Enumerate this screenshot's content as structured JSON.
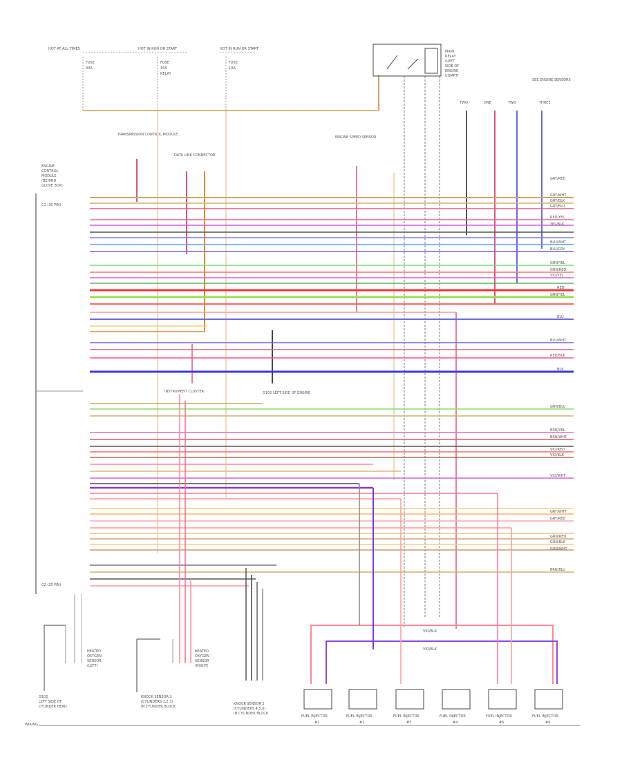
{
  "diagram": {
    "title": "",
    "fuse_labels_top": [
      {
        "title": "HOT AT ALL TIMES",
        "lines": [
          "FUSE",
          "30A"
        ]
      },
      {
        "title": "HOT IN RUN OR START",
        "lines": [
          "FUSE",
          "15A",
          "RELAY"
        ]
      },
      {
        "title": "HOT IN RUN OR START",
        "lines": [
          "FUSE",
          "10A"
        ]
      }
    ],
    "relay_label": [
      "MAIN",
      "RELAY",
      "(LEFT",
      "SIDE OF",
      "ENGINE",
      "COMPT)"
    ],
    "sensor_group_label": "SEE ENGINE SENSORS",
    "sensor_labels": [
      "TWO",
      "ONE",
      "TWO",
      "THREE"
    ],
    "left_block_title": [
      "ENGINE",
      "CONTROL",
      "MODULE",
      "(BEHIND",
      "GLOVE BOX)"
    ],
    "connector_top": "C1 (30 PIN)",
    "connector_bottom": "C2 (25 PIN)",
    "mid_labels": [
      "TRANSMISSION CONTROL MODULE",
      "DATA LINK CONNECTOR",
      "ENGINE SPEED SENSOR",
      "INSTRUMENT CLUSTER",
      "G102 LEFT SIDE OF ENGINE"
    ],
    "right_wire_colors": [
      "GRY/RED",
      "GRY/WHT",
      "GRY/BLK",
      "GRY/BLU",
      "RED/YEL",
      "YEL/BLK",
      "BLU/WHT",
      "BLU/GRY",
      "GRN/YEL",
      "GRN/RED",
      "VIO/YEL",
      "RED",
      "GRN/YEL",
      "BLU",
      "BLU/WHT",
      "RED/BLK",
      "BLK",
      "GRN/BLU",
      "BRN/YEL",
      "BRN/WHT",
      "VIO/RED",
      "VIO/BLK",
      "VIO/WHT",
      "GRY/WHT",
      "GRY/RED",
      "GRN/RED",
      "GRN/BLK",
      "GRN/WHT",
      "BRN/BLU"
    ],
    "ground_labels": [
      [
        "G102",
        "LEFT SIDE OF",
        "CYLINDER HEAD"
      ],
      [
        "KNOCK SENSOR 1",
        "(CYLINDERS 1,2,3)",
        "IN CYLINDER BLOCK"
      ],
      [
        "KNOCK SENSOR 2",
        "(CYLINDERS 4,5,6)",
        "IN CYLINDER BLOCK"
      ]
    ],
    "small_components": [
      [
        "HEATED",
        "OXYGEN",
        "SENSOR",
        "(LEFT)"
      ],
      [
        "HEATED",
        "OXYGEN",
        "SENSOR",
        "(RIGHT)"
      ]
    ],
    "injector_label": "FUEL INJECTOR",
    "injector_numbers": [
      "#1",
      "#2",
      "#3",
      "#4",
      "#5",
      "#6"
    ],
    "bus_labels": [
      "VIO/BLK",
      "VIO/BLK"
    ],
    "footer_left": "WIRING"
  }
}
